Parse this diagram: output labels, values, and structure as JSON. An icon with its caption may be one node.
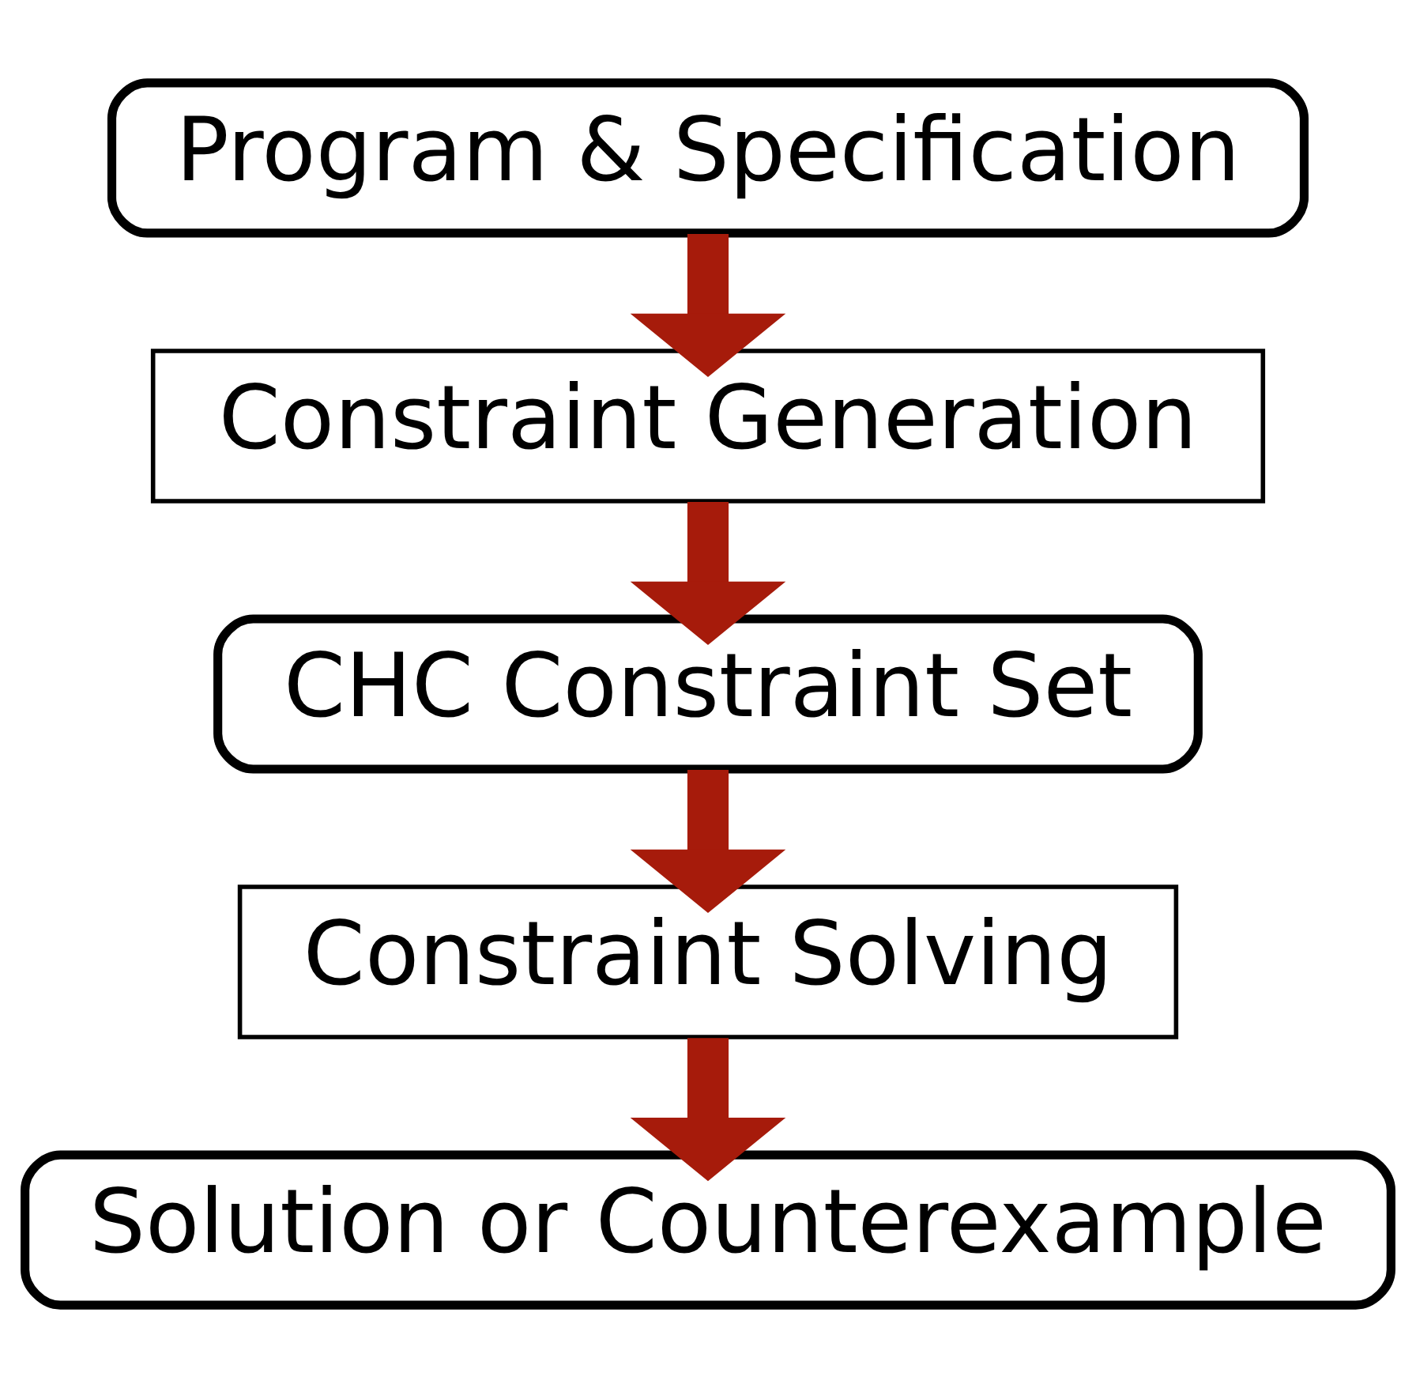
{
  "diagram": {
    "nodes": [
      {
        "text": [
          "Program & Specification"
        ]
      },
      {
        "text": [
          "Constraint Generation"
        ]
      },
      {
        "text": [
          "CHC Constraint Set"
        ]
      },
      {
        "text": [
          "Constraint Solving"
        ]
      },
      {
        "text": [
          "Solution or Counterexample"
        ]
      }
    ],
    "edges": [
      {
        "from": 0,
        "to": 1,
        "arrow": "to"
      },
      {
        "from": 1,
        "to": 2,
        "arrow": "to"
      },
      {
        "from": 2,
        "to": 3,
        "arrow": "to"
      },
      {
        "from": 3,
        "to": 4,
        "arrow": "to"
      }
    ]
  }
}
